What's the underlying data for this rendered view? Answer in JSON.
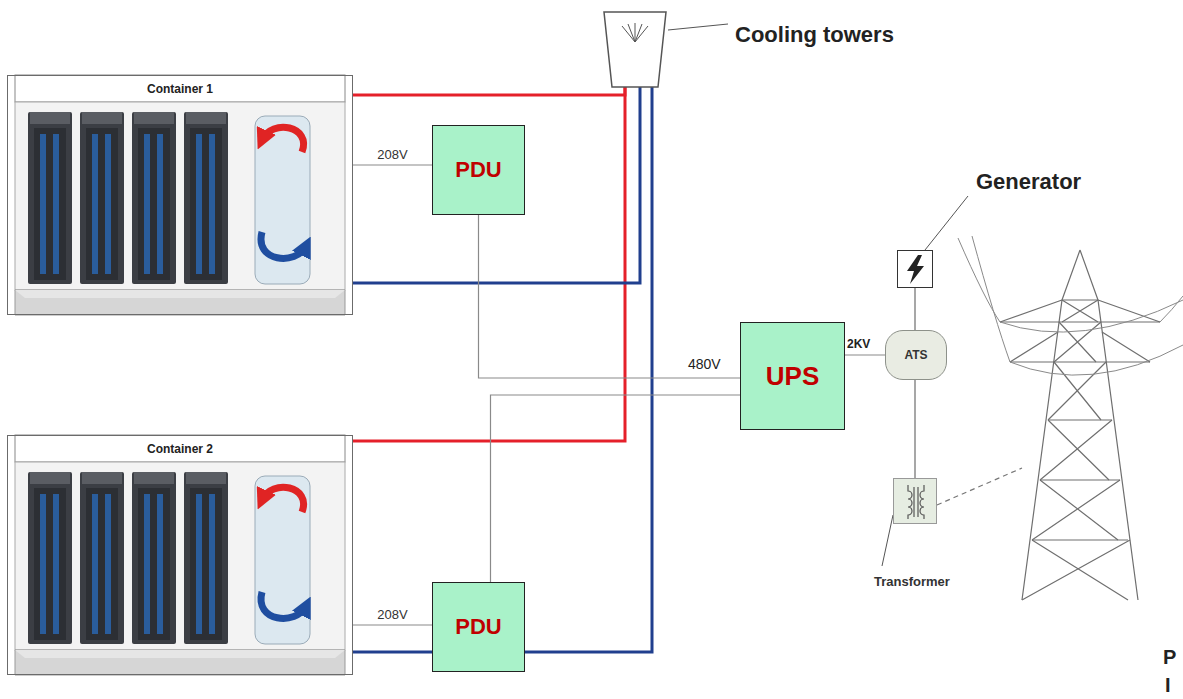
{
  "diagram": {
    "nodes": [
      {
        "text": [
          "Cooling towers"
        ]
      },
      {
        "text": [
          "Container 1"
        ]
      },
      {
        "text": [
          "PDU"
        ]
      },
      {
        "text": [
          "Generator"
        ]
      },
      {
        "text": [
          "UPS"
        ]
      },
      {
        "text": [
          "ATS"
        ]
      },
      {
        "text": [
          "Container 2"
        ]
      },
      {
        "text": [
          "PDU"
        ]
      },
      {
        "text": [
          "Transformer"
        ]
      }
    ],
    "edges": [
      {
        "from": 1,
        "to": 0,
        "arrow": "none"
      },
      {
        "from": 6,
        "to": 0,
        "arrow": "none"
      },
      {
        "from": 0,
        "to": 1,
        "arrow": "none"
      },
      {
        "from": 0,
        "to": 6,
        "arrow": "none"
      },
      {
        "from": 1,
        "to": 2,
        "label": "208V",
        "arrow": "none"
      },
      {
        "from": 6,
        "to": 7,
        "label": "208V",
        "arrow": "none"
      },
      {
        "from": 2,
        "to": 4,
        "arrow": "none"
      },
      {
        "from": 7,
        "to": 4,
        "arrow": "none"
      },
      {
        "from": 4,
        "to": 5,
        "arrow": "none"
      },
      {
        "from": 5,
        "to": 3,
        "arrow": "none"
      },
      {
        "from": 5,
        "to": 8,
        "arrow": "none"
      }
    ],
    "labels": [
      "480V",
      "2KV",
      "P",
      "I"
    ]
  }
}
